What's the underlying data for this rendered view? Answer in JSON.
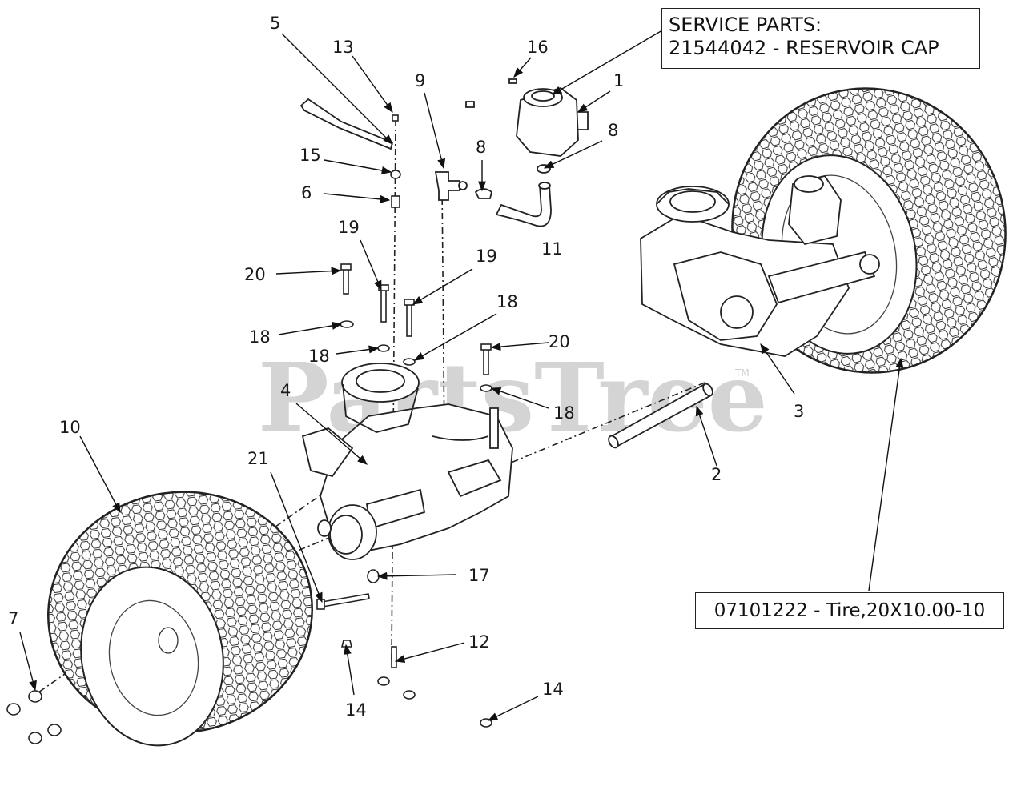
{
  "watermark": {
    "text": "PartsTree",
    "tm": "TM"
  },
  "service_parts": {
    "line1": "SERVICE PARTS:",
    "line2": "21544042 - RESERVOIR CAP"
  },
  "tire_callout": {
    "text": "07101222 - Tire,20X10.00-10"
  },
  "labels": {
    "n1": "1",
    "n2": "2",
    "n3": "3",
    "n4": "4",
    "n5": "5",
    "n6": "6",
    "n7": "7",
    "n8a": "8",
    "n8b": "8",
    "n9": "9",
    "n10": "10",
    "n11": "11",
    "n12": "12",
    "n13": "13",
    "n14a": "14",
    "n14b": "14",
    "n15": "15",
    "n16": "16",
    "n17": "17",
    "n18a": "18",
    "n18b": "18",
    "n18c": "18",
    "n18d": "18",
    "n19a": "19",
    "n19b": "19",
    "n20a": "20",
    "n20b": "20",
    "n21": "21"
  }
}
